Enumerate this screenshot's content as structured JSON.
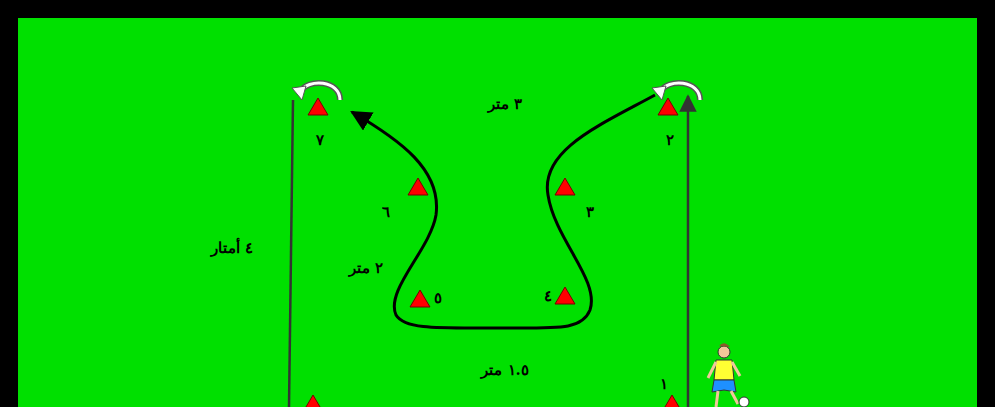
{
  "diagram": {
    "labels": [
      "٣ متر",
      "٤ أمتار",
      "٢ متر",
      "١.٥ متر",
      "١",
      "٢",
      "٣",
      "٤",
      "٥",
      "٦",
      "٧"
    ]
  }
}
